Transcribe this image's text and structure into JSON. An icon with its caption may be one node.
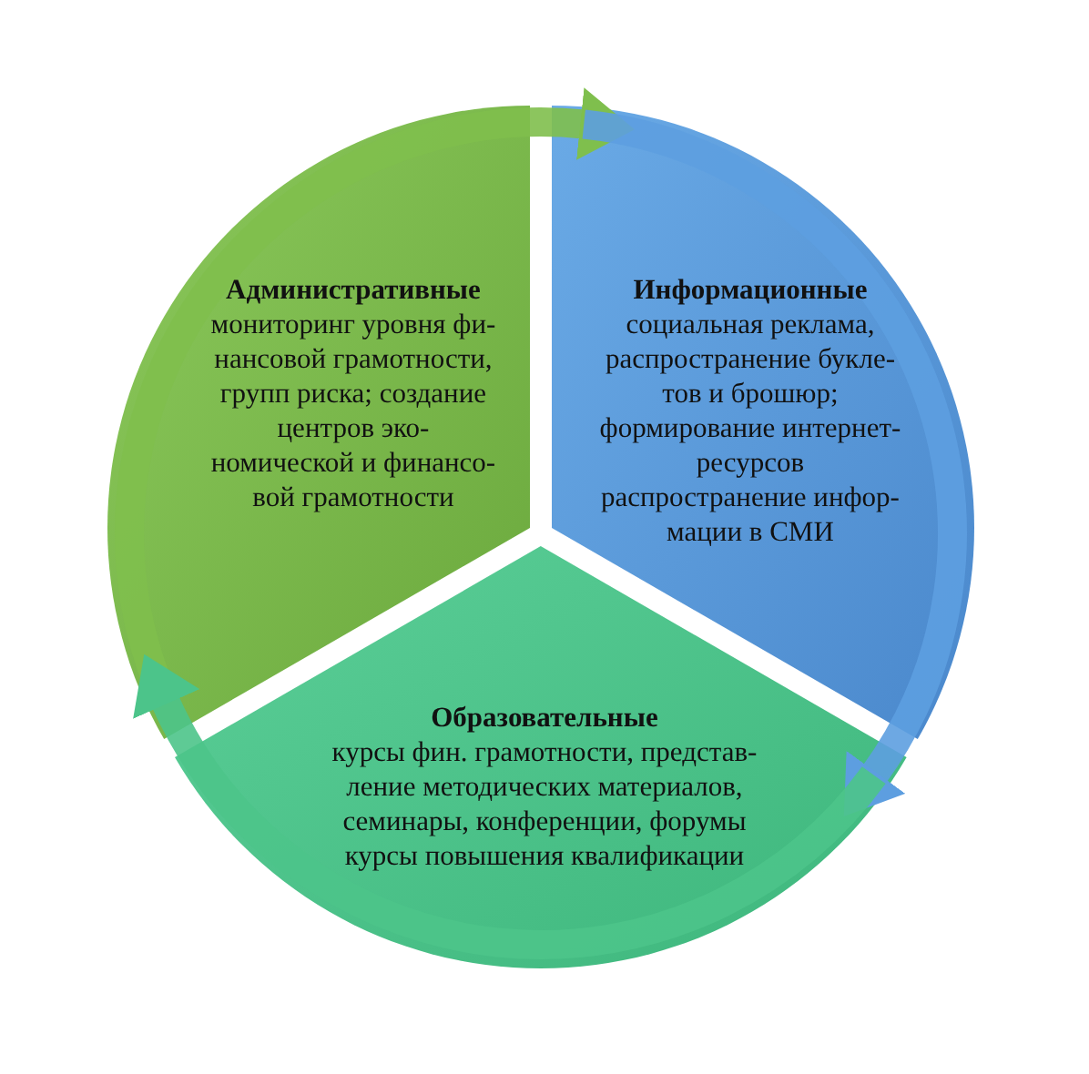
{
  "diagram": {
    "nodes": [
      {
        "text": [
          "Административные",
          "мониторинг уровня фи- нансовой грамотности, групп риска; создание центров эко- номической и финансо- вой грамотности"
        ]
      },
      {
        "text": [
          "Информационные",
          "социальная реклама, распространение букле- тов и брошюр; формирование интернет- ресурсов распространение инфор- мации в СМИ"
        ]
      },
      {
        "text": [
          "Образовательные",
          "курсы фин. грамотности, представ- ление методических материалов, семинары, конференции, форумы курсы повышения квалификации"
        ]
      }
    ],
    "edges": [
      {
        "from": 0,
        "to": 1,
        "arrow": "to",
        "color": "#7fbf4d"
      },
      {
        "from": 1,
        "to": 2,
        "arrow": "to",
        "color": "#5d9ee0"
      },
      {
        "from": 2,
        "to": 0,
        "arrow": "to",
        "color": "#4cc48a"
      }
    ]
  }
}
